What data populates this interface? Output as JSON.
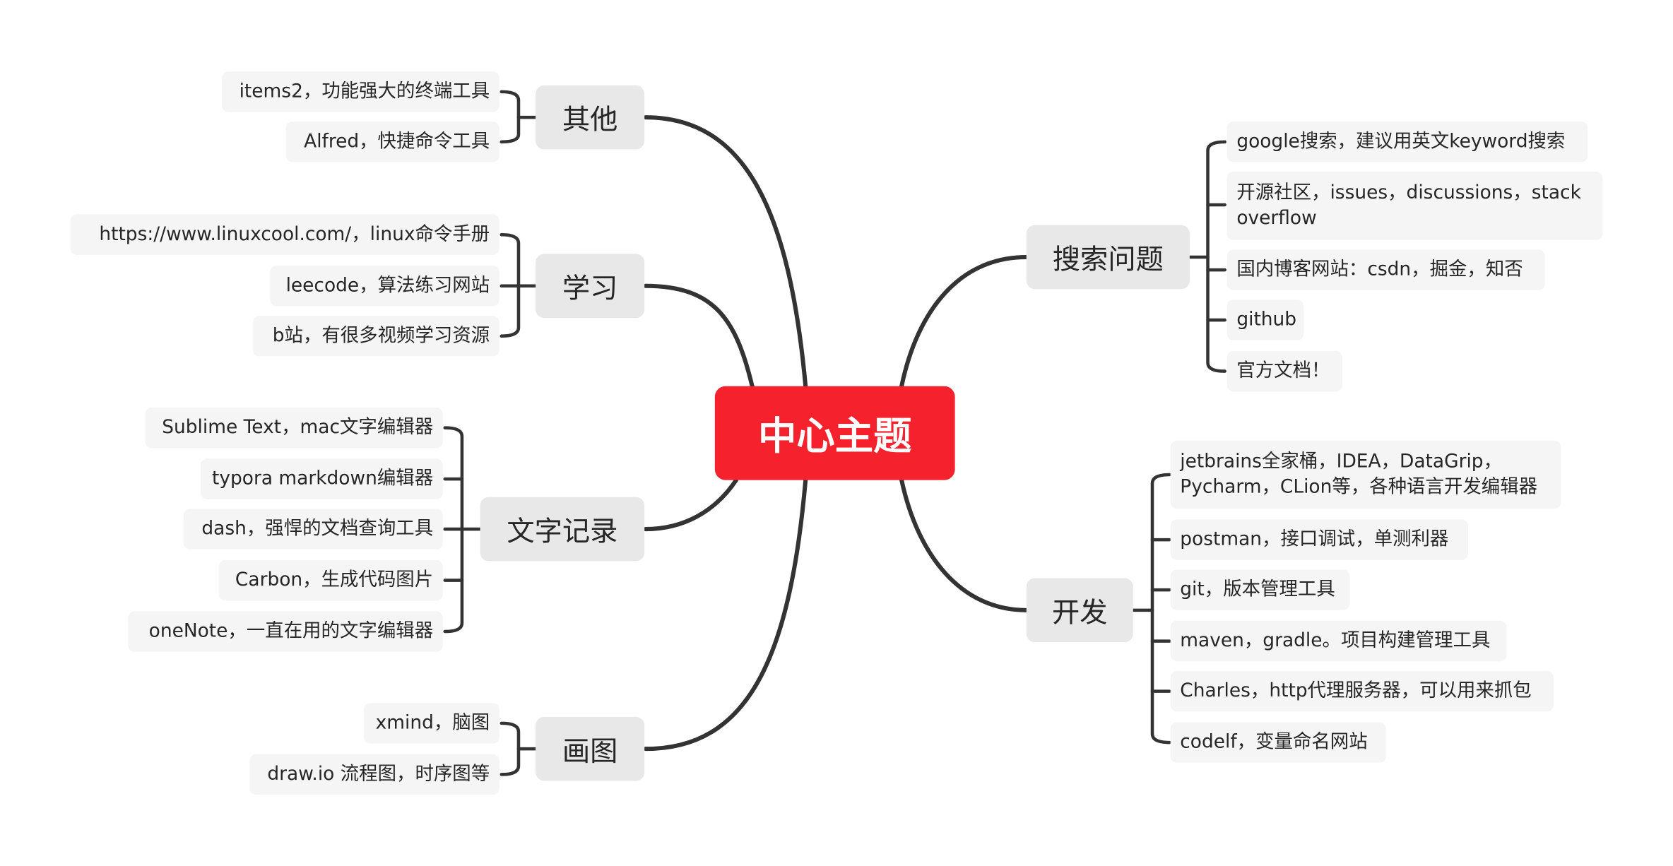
{
  "center": {
    "label": "中心主题",
    "color": "#f5222d"
  },
  "branches": {
    "other": {
      "label": "其他",
      "items": [
        "items2，功能强大的终端工具",
        "Alfred，快捷命令工具"
      ]
    },
    "learn": {
      "label": "学习",
      "items": [
        "https://www.linuxcool.com/，linux命令手册",
        "leecode，算法练习网站",
        "b站，有很多视频学习资源"
      ]
    },
    "notes": {
      "label": "文字记录",
      "items": [
        "Sublime Text，mac文字编辑器",
        "typora markdown编辑器",
        "dash，强悍的文档查询工具",
        "Carbon，生成代码图片",
        "oneNote，一直在用的文字编辑器"
      ]
    },
    "draw": {
      "label": "画图",
      "items": [
        "xmind，脑图",
        "draw.io 流程图，时序图等"
      ]
    },
    "search": {
      "label": "搜索问题",
      "items": [
        "google搜索，建议用英文keyword搜索",
        "开源社区，issues，discussions，stack overflow",
        "国内博客网站：csdn，掘金，知否",
        "github",
        "官方文档！"
      ]
    },
    "dev": {
      "label": "开发",
      "items": [
        "jetbrains全家桶，IDEA，DataGrip，Pycharm，CLion等，各种语言开发编辑器",
        "postman，接口调试，单测利器",
        "git，版本管理工具",
        "maven，gradle。项目构建管理工具",
        "Charles，http代理服务器，可以用来抓包",
        "codelf，变量命名网站"
      ]
    }
  },
  "colors": {
    "line": "#333333",
    "main_bg": "#e8e8e8",
    "leaf_bg": "#f5f5f5",
    "text": "#262626"
  }
}
